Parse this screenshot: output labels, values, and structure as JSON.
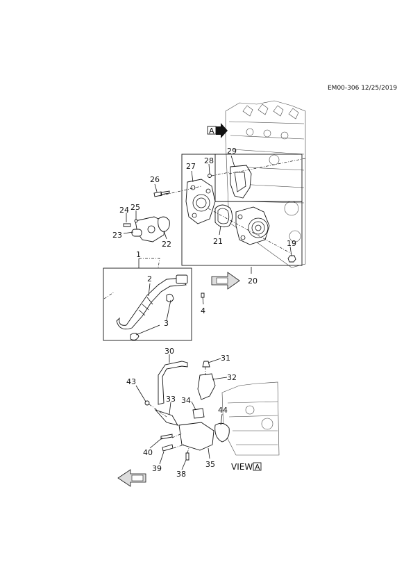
{
  "header": {
    "doc_id": "EM00-306 12/25/2019"
  },
  "view": {
    "label": "VIEW",
    "letter": "A"
  },
  "arrow_marker": "A",
  "callouts": [
    "1",
    "2",
    "3",
    "4",
    "19",
    "20",
    "21",
    "22",
    "23",
    "24",
    "25",
    "26",
    "27",
    "28",
    "29",
    "30",
    "31",
    "32",
    "33",
    "34",
    "35",
    "38",
    "39",
    "40",
    "43",
    "44"
  ],
  "icons": {
    "front": "fr-direction-icon",
    "view_arrow": "view-a-arrow-icon"
  }
}
